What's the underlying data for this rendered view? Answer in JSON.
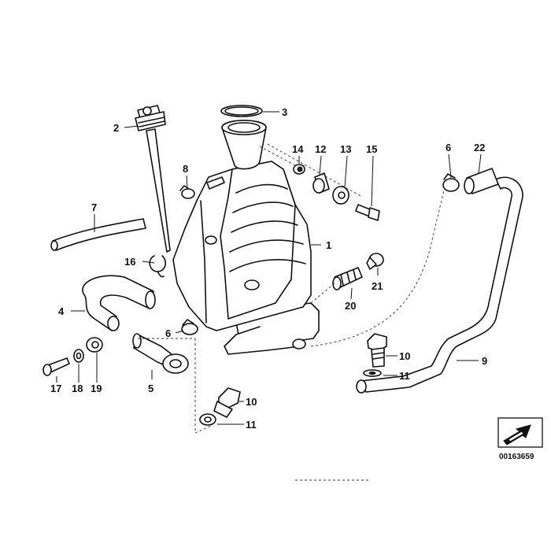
{
  "diagram": {
    "reference_number": "00163659",
    "callouts": {
      "c1": "1",
      "c2": "2",
      "c3": "3",
      "c4": "4",
      "c5": "5",
      "c6a": "6",
      "c6b": "6",
      "c7": "7",
      "c8": "8",
      "c9": "9",
      "c10a": "10",
      "c10b": "10",
      "c11a": "11",
      "c11b": "11",
      "c12": "12",
      "c13": "13",
      "c14": "14",
      "c15": "15",
      "c16": "16",
      "c17": "17",
      "c18": "18",
      "c19": "19",
      "c20": "20",
      "c21": "21",
      "c22": "22"
    }
  }
}
